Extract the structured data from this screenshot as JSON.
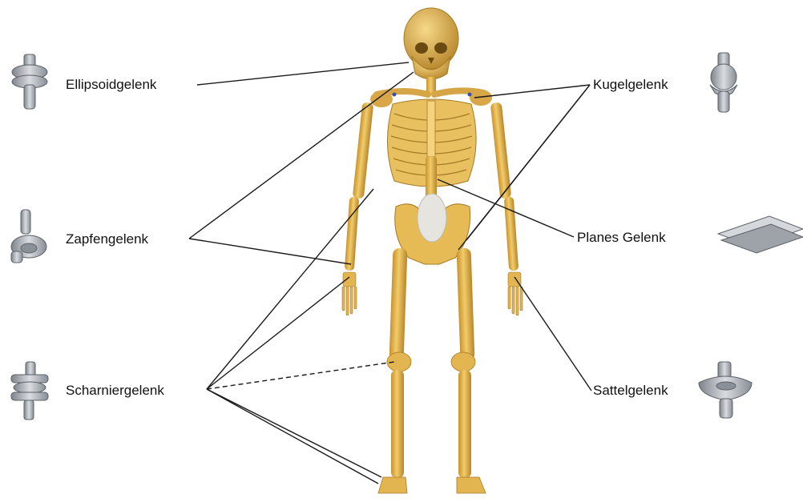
{
  "labels": {
    "ellipsoid": "Ellipsoidgelenk",
    "pivot": "Zapfengelenk",
    "hinge": "Scharniergelenk",
    "ball": "Kugelgelenk",
    "plane": "Planes Gelenk",
    "saddle": "Sattelgelenk"
  },
  "icons": {
    "ellipsoid": "ellipsoid-joint-icon",
    "pivot": "pivot-joint-icon",
    "hinge": "hinge-joint-icon",
    "ball": "ball-joint-icon",
    "plane": "plane-joint-icon",
    "saddle": "saddle-joint-icon"
  },
  "colors": {
    "bone": "#E0B24A",
    "bone_dark": "#B8862A",
    "joint_model": "#9AA0A8",
    "leader_line": "#1a1a1a",
    "pelvis_disc": "#E6E4DE"
  }
}
